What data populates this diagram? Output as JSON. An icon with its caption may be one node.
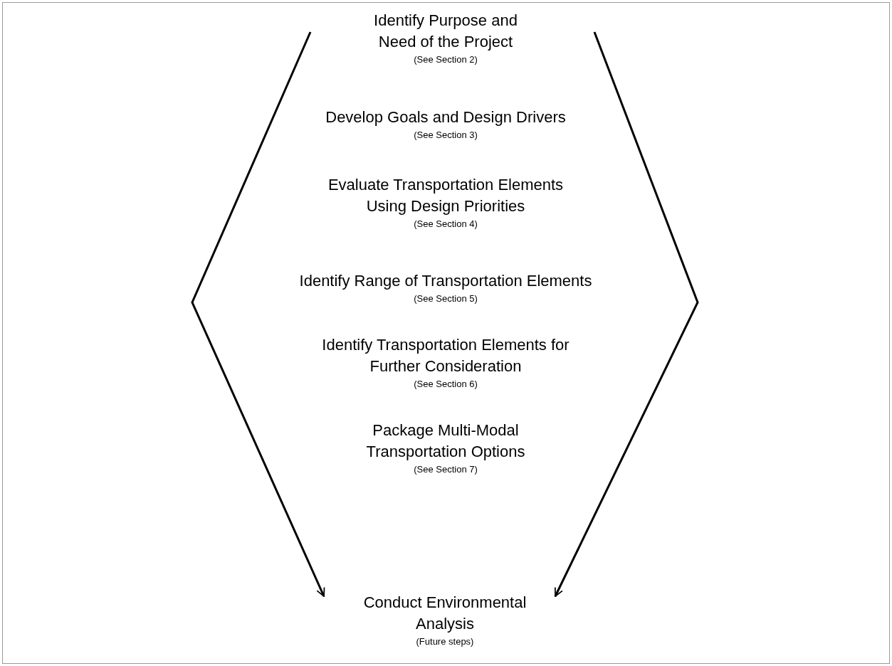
{
  "diagram": {
    "nodes": [
      {
        "text": [
          "Identify Purpose and Need of the Project",
          "(See Section 2)"
        ]
      },
      {
        "text": [
          "Develop Goals and Design Drivers",
          "(See Section 3)"
        ]
      },
      {
        "text": [
          "Evaluate Transportation Elements Using Design Priorities",
          "(See Section 4)"
        ]
      },
      {
        "text": [
          "Identify Range of Transportation Elements",
          "(See Section 5)"
        ]
      },
      {
        "text": [
          "Identify Transportation Elements for Further Consideration",
          "(See Section 6)"
        ]
      },
      {
        "text": [
          "Package Multi-Modal Transportation Options",
          "(See Section 7)"
        ]
      },
      {
        "text": [
          "Conduct Environmental Analysis",
          "(Future steps)"
        ]
      }
    ],
    "edges": [
      {
        "from": null,
        "to": 6,
        "arrow": "to"
      },
      {
        "from": null,
        "to": 6,
        "arrow": "to"
      }
    ]
  }
}
